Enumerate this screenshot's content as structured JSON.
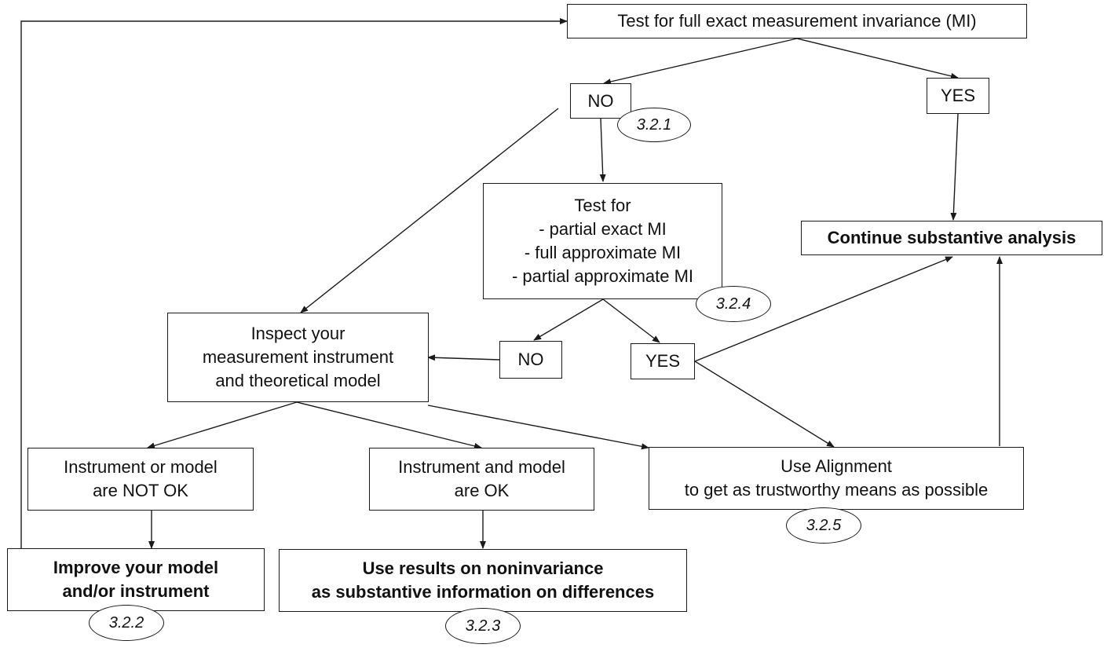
{
  "nodes": {
    "test_full": "Test for full exact measurement invariance (MI)",
    "no_1": "NO",
    "yes_1": "YES",
    "test_partial": [
      "Test for",
      "- partial exact MI",
      "- full approximate MI",
      "- partial approximate MI"
    ],
    "continue": "Continue substantive analysis",
    "inspect": [
      "Inspect your",
      "measurement instrument",
      "and theoretical model"
    ],
    "no_2": "NO",
    "yes_2": "YES",
    "not_ok": [
      "Instrument or model",
      "are NOT OK"
    ],
    "ok": [
      "Instrument and model",
      "are OK"
    ],
    "alignment": [
      "Use Alignment",
      "to get as trustworthy means as possible"
    ],
    "improve": [
      "Improve your model",
      "and/or instrument"
    ],
    "use_results": [
      "Use results on noninvariance",
      "as substantive information on differences"
    ]
  },
  "sections": {
    "s321": "3.2.1",
    "s322": "3.2.2",
    "s323": "3.2.3",
    "s324": "3.2.4",
    "s325": "3.2.5"
  },
  "edges": [
    {
      "from": "test_full",
      "to": "no_1"
    },
    {
      "from": "test_full",
      "to": "yes_1"
    },
    {
      "from": "no_1",
      "to": "test_partial"
    },
    {
      "from": "no_1",
      "to": "inspect"
    },
    {
      "from": "yes_1",
      "to": "continue"
    },
    {
      "from": "test_partial",
      "to": "no_2"
    },
    {
      "from": "test_partial",
      "to": "yes_2"
    },
    {
      "from": "no_2",
      "to": "inspect"
    },
    {
      "from": "yes_2",
      "to": "continue"
    },
    {
      "from": "yes_2",
      "to": "alignment"
    },
    {
      "from": "inspect",
      "to": "not_ok"
    },
    {
      "from": "inspect",
      "to": "ok"
    },
    {
      "from": "inspect",
      "to": "alignment"
    },
    {
      "from": "alignment",
      "to": "continue"
    },
    {
      "from": "not_ok",
      "to": "improve"
    },
    {
      "from": "ok",
      "to": "use_results"
    },
    {
      "from": "improve",
      "to": "test_full"
    }
  ]
}
